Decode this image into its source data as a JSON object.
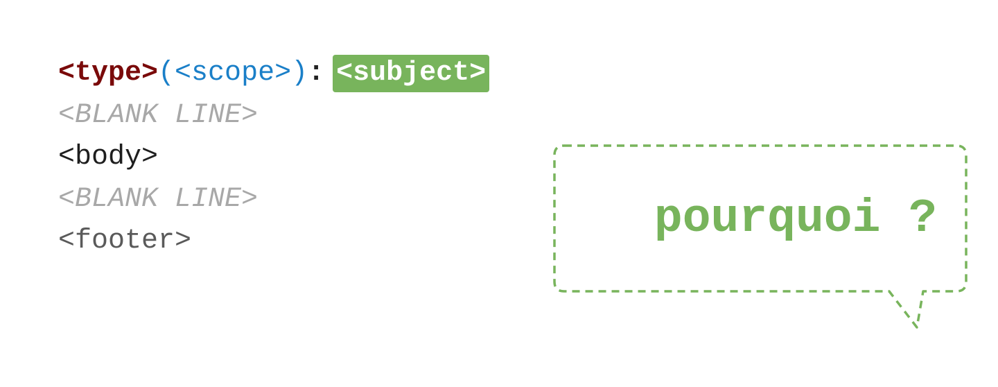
{
  "commit_format": {
    "type": "<type>",
    "scope_open": "(",
    "scope": "<scope>",
    "scope_close": ")",
    "colon": ":",
    "subject": "<subject>",
    "blank_line_1": "<BLANK LINE>",
    "body": "<body>",
    "blank_line_2": "<BLANK LINE>",
    "footer": "<footer>"
  },
  "callout": {
    "text": "pourquoi ?"
  },
  "colors": {
    "type": "#7a0a0a",
    "scope": "#1a7fc8",
    "subject_highlight": "#78b45c",
    "blank_line": "#a8a8a8",
    "callout": "#78b45c"
  }
}
